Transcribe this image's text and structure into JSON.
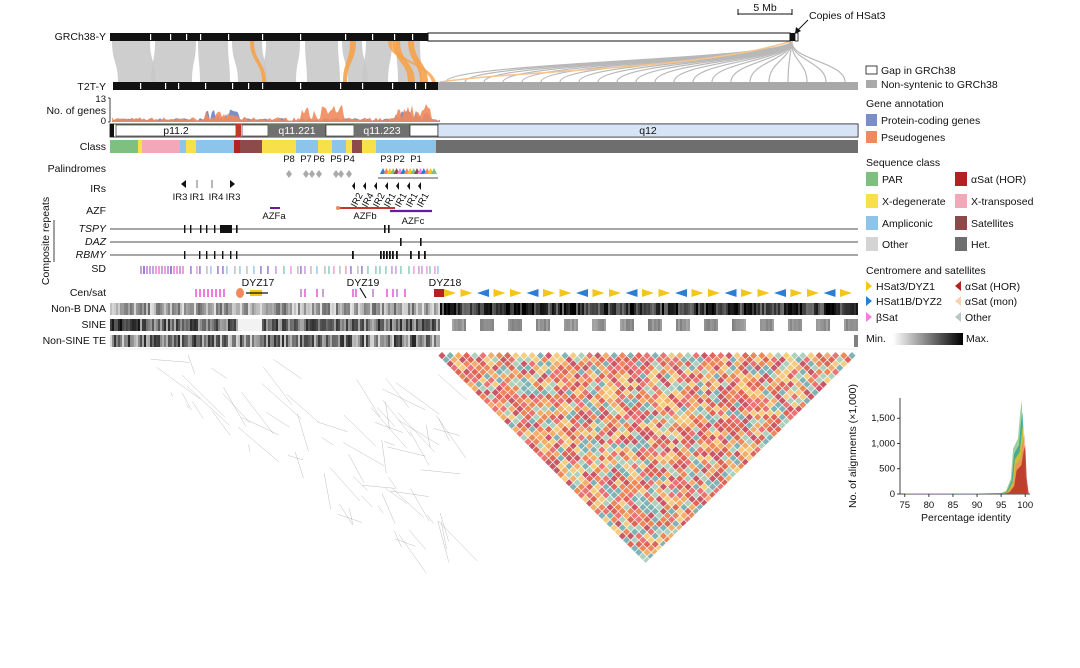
{
  "tracks": {
    "grch38": "GRCh38-Y",
    "t2t": "T2T-Y",
    "genes": "No. of genes",
    "genes_max": "13",
    "genes_min": "0",
    "class": "Class",
    "palindromes": "Palindromes",
    "irs": "IRs",
    "azf": "AZF",
    "composite": "Composite repeats",
    "tspy": "TSPY",
    "daz": "DAZ",
    "rbmy": "RBMY",
    "sd": "SD",
    "censat": "Cen/sat",
    "nonb": "Non-B DNA",
    "sine": "SINE",
    "nonsine": "Non-SINE TE"
  },
  "scale_bar": "5 Mb",
  "annotation": "Copies of HSat3",
  "bands": [
    "p11.2",
    "q11.221",
    "q11.223",
    "q12"
  ],
  "palindrome_labels": [
    "P8",
    "P7",
    "P6",
    "P5",
    "P4",
    "P3",
    "P2",
    "P1"
  ],
  "ir_labels": [
    "IR3",
    "IR1",
    "IR4",
    "IR3"
  ],
  "ir_labels_rot": [
    "IR2",
    "IR4",
    "IR2",
    "IR1",
    "IR1",
    "IR1",
    "IR1"
  ],
  "azf_labels": [
    "AZFa",
    "AZFb",
    "AZFc"
  ],
  "cen_labels": [
    "DYZ17",
    "DYZ19",
    "DYZ18"
  ],
  "legend": {
    "gap": "Gap in GRCh38",
    "nonsyn": "Non-syntenic to GRCh38",
    "gene_head": "Gene annotation",
    "protein": "Protein-coding genes",
    "pseudo": "Pseudogenes",
    "seq_head": "Sequence class",
    "par": "PAR",
    "asat_hor": "αSat (HOR)",
    "xdeg": "X-degenerate",
    "xtrans": "X-transposed",
    "amp": "Ampliconic",
    "sat": "Satellites",
    "other": "Other",
    "het": "Het.",
    "cen_head": "Centromere and satellites",
    "hsat3": "HSat3/DYZ1",
    "asat_hor2": "αSat (HOR)",
    "hsat1b": "HSat1B/DYZ2",
    "asat_mon": "αSat (mon)",
    "bsat": "βSat",
    "other2": "Other",
    "min": "Min.",
    "max": "Max."
  },
  "colors": {
    "par": "#7fbf7f",
    "xdeg": "#f7e04a",
    "amp": "#8cc4ea",
    "other": "#d4d4d4",
    "asat_hor": "#b22222",
    "xtrans": "#f2a8b8",
    "sat": "#8c4a4a",
    "het": "#6e6e6e",
    "protein": "#7a8fc9",
    "pseudo": "#f08a5d",
    "hsat3": "#f5c518",
    "hsat1b": "#2a7fd4",
    "bsat": "#f07ee0",
    "asat_mon": "#f7d2b0",
    "censat_other": "#b8c8c0"
  },
  "inset_chart": {
    "ylabel": "No. of alignments (×1,000)",
    "xlabel": "Percentage identity",
    "xticks": [
      "75",
      "80",
      "85",
      "90",
      "95",
      "100"
    ],
    "yticks": [
      "0",
      "500",
      "1,000",
      "1,500"
    ]
  },
  "chart_data": {
    "type": "area",
    "x": [
      75,
      80,
      85,
      90,
      95,
      96,
      97,
      97.5,
      98,
      98.5,
      99,
      99.3,
      99.6,
      100
    ],
    "values": [
      5,
      5,
      8,
      10,
      20,
      60,
      300,
      900,
      1000,
      1100,
      1650,
      1850,
      600,
      40
    ],
    "ylim": [
      0,
      1900
    ],
    "xlim": [
      74,
      101
    ],
    "xlabel": "Percentage identity",
    "ylabel": "No. of alignments (×1,000)"
  }
}
